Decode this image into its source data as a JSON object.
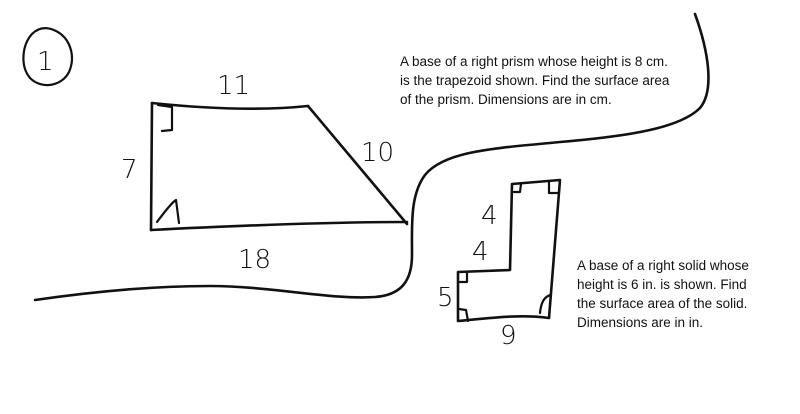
{
  "problem_number": "1",
  "problem_1": {
    "lines": [
      "A base of a right prism whose height is 8 cm.",
      "is the trapezoid shown. Find the surface area",
      "of the prism. Dimensions are in cm."
    ],
    "labels": {
      "top": "11",
      "left": "7",
      "slant": "10",
      "bottom": "18"
    }
  },
  "problem_2": {
    "lines": [
      "A base of a right solid whose",
      "height is 6 in. is shown. Find",
      "the surface area of the solid.",
      "Dimensions are in in."
    ],
    "labels": {
      "upper": "4",
      "middle": "4",
      "left": "5",
      "bottom": "9"
    }
  }
}
